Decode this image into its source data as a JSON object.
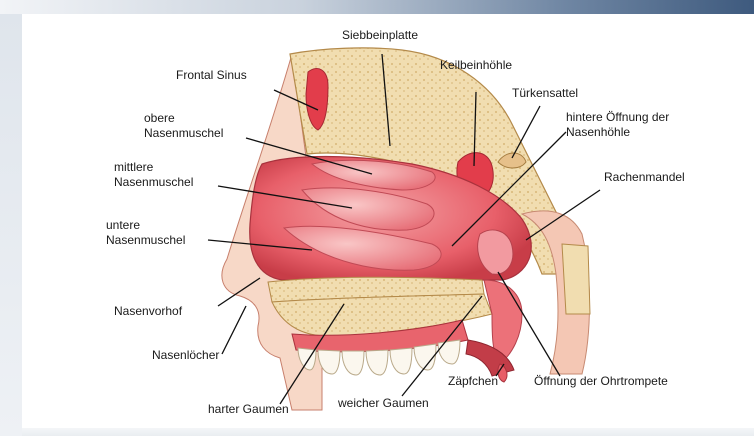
{
  "labels": {
    "siebbeinplatte": "Siebbeinplatte",
    "frontal_sinus": "Frontal Sinus",
    "keilbeinhoehle": "Keilbeinhöhle",
    "tuerkensattel": "Türkensattel",
    "obere_1": "obere",
    "obere_2": "Nasenmuschel",
    "hintere_1": "hintere Öffnung der",
    "hintere_2": "Nasenhöhle",
    "mittlere_1": "mittlere",
    "mittlere_2": "Nasenmuschel",
    "rachenmandel": "Rachenmandel",
    "untere_1": "untere",
    "untere_2": "Nasenmuschel",
    "nasenvorhof": "Nasenvorhof",
    "nasenloecher": "Nasenlöcher",
    "zaepfchen": "Zäpfchen",
    "ohrtrompete": "Öffnung der Ohrtrompete",
    "harter_gaumen": "harter Gaumen",
    "weicher_gaumen": "weicher Gaumen"
  },
  "colors": {
    "flesh": "#e8505a",
    "flesh_light": "#f4a3a6",
    "bone": "#f1ddb0",
    "bone_dark": "#c9a66b",
    "skin": "#f7d8c7"
  }
}
